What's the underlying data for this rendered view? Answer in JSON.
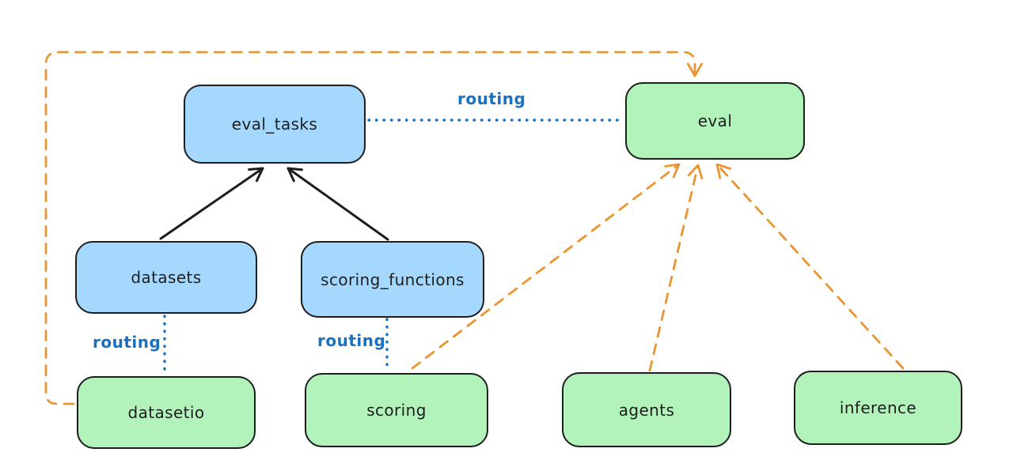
{
  "diagram": {
    "routing_label": "routing",
    "colors": {
      "registry_fill": "#a5d8ff",
      "provider_fill": "#b2f2bb",
      "box_stroke": "#1e1e1e",
      "solid_arrow": "#1e1e1e",
      "routing_line_and_text": "#1971c2",
      "provider_dashed_arrow": "#e99632",
      "background": "#ffffff"
    },
    "nodes": {
      "eval_tasks": {
        "label": "eval_tasks",
        "fill": "#a5d8ff"
      },
      "eval": {
        "label": "eval",
        "fill": "#b2f2bb"
      },
      "datasets": {
        "label": "datasets",
        "fill": "#a5d8ff"
      },
      "scoring_functions": {
        "label": "scoring_functions",
        "fill": "#a5d8ff"
      },
      "datasetio": {
        "label": "datasetio",
        "fill": "#b2f2bb"
      },
      "scoring": {
        "label": "scoring",
        "fill": "#b2f2bb"
      },
      "agents": {
        "label": "agents",
        "fill": "#b2f2bb"
      },
      "inference": {
        "label": "inference",
        "fill": "#b2f2bb"
      }
    },
    "edges": [
      {
        "from": "datasets",
        "to": "eval_tasks",
        "style": "solid-arrow",
        "color": "#1e1e1e"
      },
      {
        "from": "scoring_functions",
        "to": "eval_tasks",
        "style": "solid-arrow",
        "color": "#1e1e1e"
      },
      {
        "from": "eval_tasks",
        "to": "eval",
        "style": "dotted",
        "label": "routing",
        "color": "#1971c2"
      },
      {
        "from": "datasets",
        "to": "datasetio",
        "style": "dotted",
        "label": "routing",
        "color": "#1971c2"
      },
      {
        "from": "scoring_functions",
        "to": "scoring",
        "style": "dotted",
        "label": "routing",
        "color": "#1971c2"
      },
      {
        "from": "datasetio",
        "to": "eval",
        "style": "dashed-arrow",
        "route": "left-and-over-top",
        "color": "#e99632"
      },
      {
        "from": "scoring",
        "to": "eval",
        "style": "dashed-arrow",
        "color": "#e99632"
      },
      {
        "from": "agents",
        "to": "eval",
        "style": "dashed-arrow",
        "color": "#e99632"
      },
      {
        "from": "inference",
        "to": "eval",
        "style": "dashed-arrow",
        "color": "#e99632"
      }
    ]
  }
}
